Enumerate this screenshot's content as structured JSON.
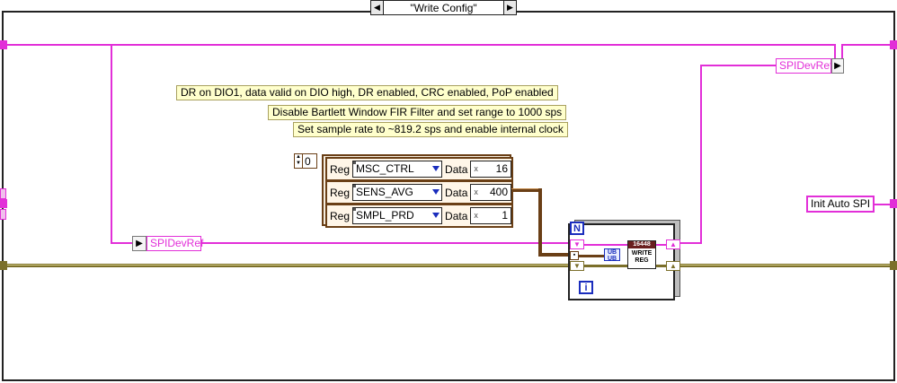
{
  "case_selector": {
    "value": "\"Write Config\"",
    "prev_icon": "triangle-left-icon",
    "next_icon": "triangle-right-icon"
  },
  "comments": [
    "DR on DIO1, data valid on DIO high, DR enabled, CRC enabled, PoP enabled",
    "Disable Bartlett Window FIR Filter and set range to 1000 sps",
    "Set sample rate to ~819.2 sps and enable internal clock"
  ],
  "array_index": "0",
  "registers": [
    {
      "reg_label": "Reg",
      "reg": "MSC_CTRL",
      "data_label": "Data",
      "data": "16"
    },
    {
      "reg_label": "Reg",
      "reg": "SENS_AVG",
      "data_label": "Data",
      "data": "400"
    },
    {
      "reg_label": "Reg",
      "reg": "SMPL_PRD",
      "data_label": "Data",
      "data": "1"
    }
  ],
  "spi_ref_left": "SPIDevRef",
  "spi_ref_right": "SPIDevRef",
  "for_loop": {
    "count_label": "N",
    "iter_label": "i"
  },
  "subvi": {
    "header": "16448",
    "line1": "WRITE",
    "line2": "REG"
  },
  "unbundle": {
    "line1": "UB",
    "line2": "UB"
  },
  "init_auto_spi": "Init Auto SPI",
  "colors": {
    "reference_wire": "#e22fd8",
    "error_wire": "#7b6f2a",
    "cluster_wire": "#6a3f16",
    "loop_blue": "#1a2dbd"
  }
}
